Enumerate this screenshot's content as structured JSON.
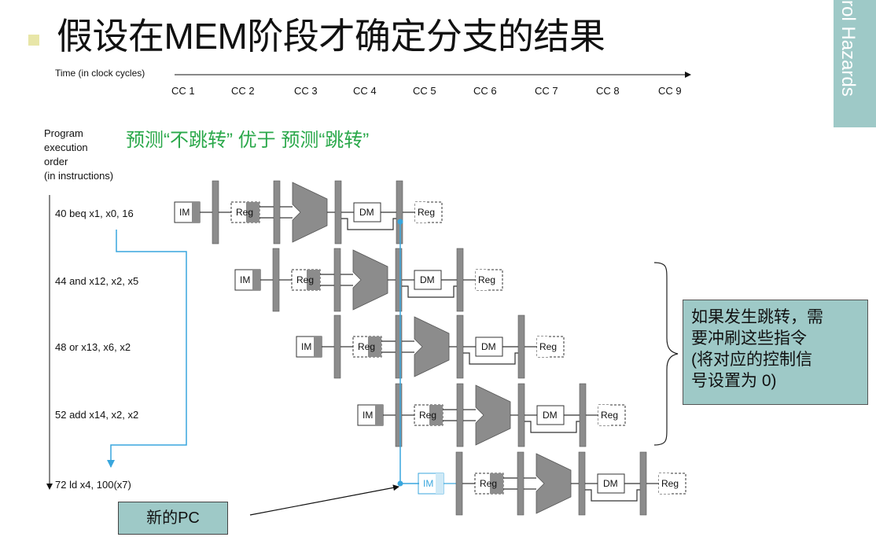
{
  "title": "假设在MEM阶段才确定分支的结果",
  "side_label": "rol Hazards",
  "time_axis": {
    "label": "Time (in clock cycles)",
    "cycles": [
      "CC 1",
      "CC 2",
      "CC 3",
      "CC 4",
      "CC 5",
      "CC 6",
      "CC 7",
      "CC 8",
      "CC 9"
    ]
  },
  "order_label": "Program\nexecution\norder\n(in instructions)",
  "subtitle": "预测“不跳转” 优于  预测“跳转”",
  "instructions": [
    "40 beq x1, x0, 16",
    "44 and x12, x2, x5",
    "48 or x13, x6, x2",
    "52 add x14, x2, x2",
    "72 ld x4, 100(x7)"
  ],
  "stage_labels": {
    "im": "IM",
    "reg": "Reg",
    "dm": "DM"
  },
  "note": "如果发生跳转，需\n要冲刷这些指令\n(将对应的控制信\n号设置为 0)",
  "new_pc_label": "新的PC",
  "colors": {
    "subtitle": "#2aa84a",
    "note_box": "#9ec9c7",
    "branch_line": "#39a6dd",
    "stage_fill": "#8c8c8c"
  }
}
